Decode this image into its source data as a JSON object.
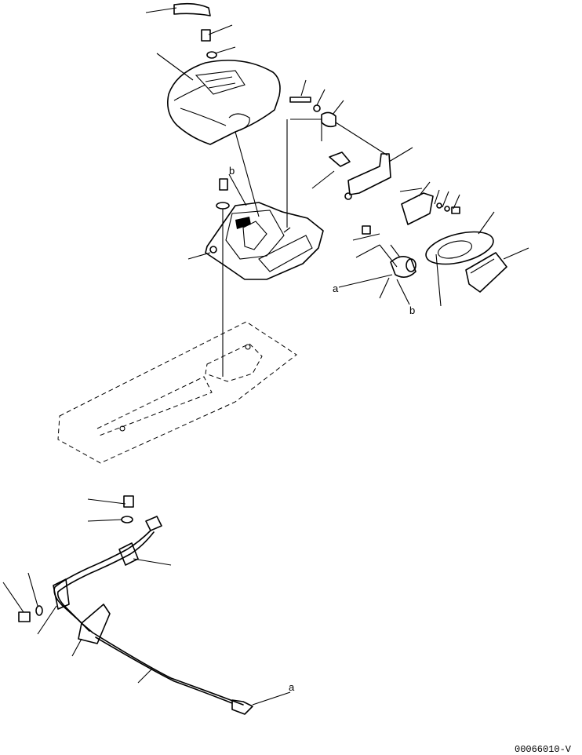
{
  "figure_code": "00066010-V",
  "callouts": {
    "a_harness_end": "a",
    "a_solenoid": "a",
    "b_solenoid": "b",
    "b_bolt": "b"
  }
}
